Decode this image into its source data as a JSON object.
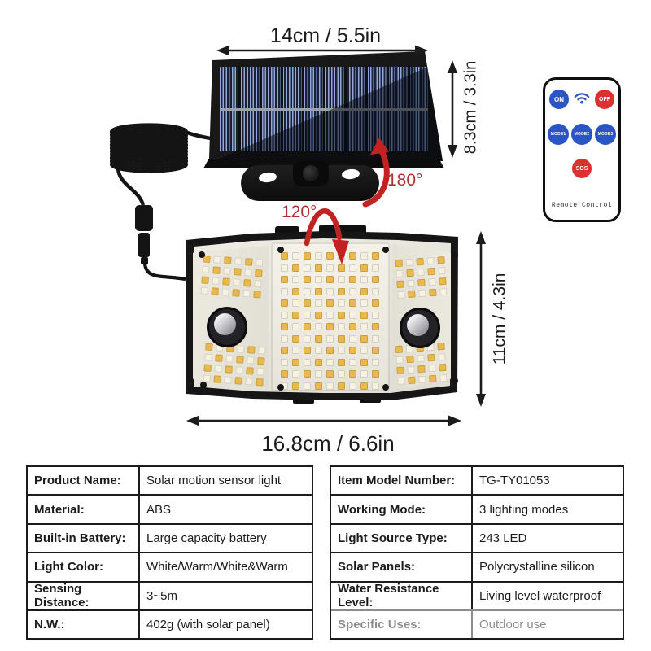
{
  "dimensions": {
    "panel_width": "14cm / 5.5in",
    "panel_height": "8.3cm / 3.3in",
    "light_width": "16.8cm / 6.6in",
    "light_height": "11cm / 4.3in"
  },
  "rotation": {
    "panel": "180°",
    "light": "120°"
  },
  "remote": {
    "on": "ON",
    "off": "OFF",
    "modes": [
      "MODE1",
      "MODE2",
      "MODE3"
    ],
    "sos": "SOS",
    "label": "Remote Control",
    "wifi_icon": "wifi-signal"
  },
  "colors": {
    "annotation_red": "#b03131",
    "arrow_red": "#c32222",
    "remote_blue": "#2a55c4",
    "remote_red": "#df3030",
    "led_amber": "#eab94e",
    "led_white": "#f6f1e0"
  },
  "spec_table_left": {
    "rows": [
      {
        "label": "Product Name:",
        "value": "Solar motion sensor light"
      },
      {
        "label": "Material:",
        "value": "ABS"
      },
      {
        "label": "Built-in Battery:",
        "value": "Large capacity battery"
      },
      {
        "label": "Light Color:",
        "value": "White/Warm/White&Warm"
      },
      {
        "label": "Sensing Distance:",
        "value": "3~5m"
      },
      {
        "label": "N.W.:",
        "value": "402g (with solar panel)"
      }
    ]
  },
  "spec_table_right": {
    "rows": [
      {
        "label": "Item Model Number:",
        "value": "TG-TY01053"
      },
      {
        "label": "Working Mode:",
        "value": "3 lighting modes"
      },
      {
        "label": "Light Source Type:",
        "value": "243 LED"
      },
      {
        "label": "Solar Panels:",
        "value": "Polycrystalline silicon"
      },
      {
        "label": "Water Resistance Level:",
        "value": "Living level waterproof"
      },
      {
        "label": "Specific Uses:",
        "value": "Outdoor use"
      }
    ]
  }
}
